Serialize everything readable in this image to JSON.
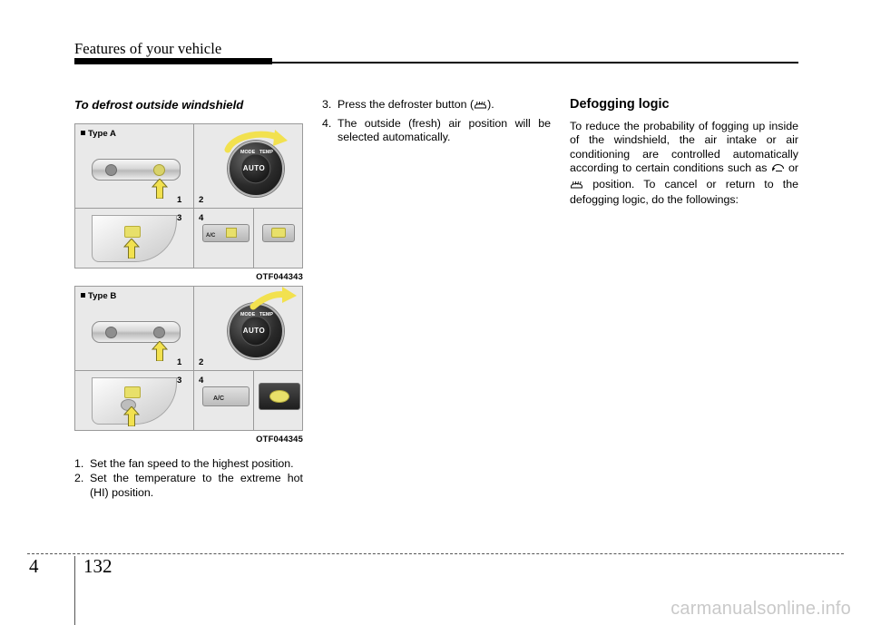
{
  "header": {
    "title": "Features of your vehicle"
  },
  "column1": {
    "section_heading": "To defrost outside windshield",
    "figure_a": {
      "label": "Type A",
      "code": "OTF044343",
      "cell_numbers": [
        "1",
        "2",
        "3",
        "4"
      ],
      "knob_labels": {
        "auto": "AUTO",
        "temp": "TEMP",
        "mode": "MODE"
      },
      "ac_label": "A/C"
    },
    "figure_b": {
      "label": "Type B",
      "code": "OTF044345",
      "cell_numbers": [
        "1",
        "2",
        "3",
        "4"
      ],
      "knob_labels": {
        "auto": "AUTO",
        "temp": "TEMP",
        "mode": "MODE"
      },
      "ac_label": "A/C"
    },
    "steps": [
      {
        "n": "1.",
        "text": "Set the fan speed to the highest position."
      },
      {
        "n": "2.",
        "text": "Set the temperature to the extreme hot (HI) position."
      }
    ]
  },
  "column2": {
    "steps": [
      {
        "n": "3.",
        "text_before": "Press the defroster button (",
        "text_after": ")."
      },
      {
        "n": "4.",
        "text": "The outside (fresh) air position will be selected automatically."
      }
    ]
  },
  "column3": {
    "heading": "Defogging logic",
    "paragraph_before": "To reduce the probability of fogging up  inside of the windshield, the air intake or air conditioning are controlled automatically according to certain conditions such as",
    "paragraph_middle": "or",
    "paragraph_after": "position. To cancel or return to the defogging logic, do the followings:"
  },
  "footer": {
    "chapter": "4",
    "page": "132",
    "watermark": "carmanualsonline.info"
  },
  "colors": {
    "accent_yellow": "#f2e14f",
    "panel_gray": "#e9e9e9",
    "border_gray": "#9a9a9a"
  }
}
